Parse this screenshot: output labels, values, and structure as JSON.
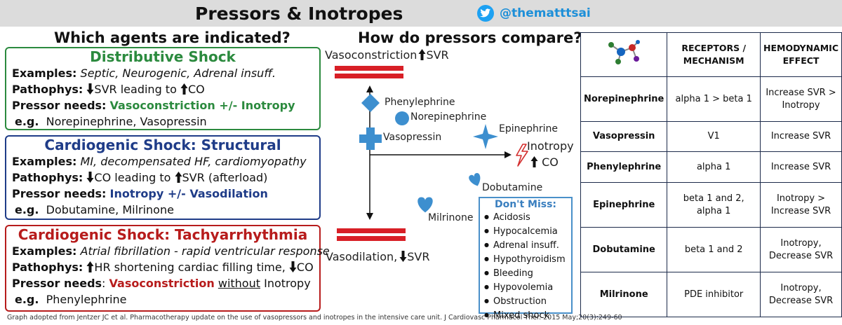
{
  "header": {
    "title": "Pressors & Inotropes",
    "twitter_handle": "@thematttsai"
  },
  "left": {
    "heading": "Which agents are indicated?",
    "boxes": [
      {
        "title": "Distributive Shock",
        "examples_label": "Examples:",
        "examples": "Septic, Neurogenic, Adrenal insuff.",
        "pathophys_label": "Pathophys:",
        "pathophys_part1": "SVR leading to",
        "pathophys_part2": "CO",
        "needs_label": "Pressor needs:",
        "needs": "Vasoconstriction +/- Inotropy",
        "eg_label": "e.g.",
        "eg": "Norepinephrine, Vasopressin",
        "color": "#2b8a3e"
      },
      {
        "title": "Cardiogenic Shock: Structural",
        "examples_label": "Examples:",
        "examples": "MI, decompensated HF, cardiomyopathy",
        "pathophys_label": "Pathophys:",
        "pathophys_part1": "CO leading to",
        "pathophys_part2": "SVR (afterload)",
        "needs_label": "Pressor needs:",
        "needs": "Inotropy +/- Vasodilation",
        "eg_label": "e.g.",
        "eg": "Dobutamine, Milrinone",
        "color": "#1f3c88"
      },
      {
        "title": "Cardiogenic Shock: Tachyarrhythmia",
        "examples_label": "Examples:",
        "examples": "Atrial fibrillation - rapid ventricular response",
        "pathophys_label": "Pathophys:",
        "pathophys_part1": "HR shortening cardiac filling time,",
        "pathophys_part2": "CO",
        "needs_label": "Pressor needs",
        "needs_colon": ":",
        "needs": "Vasoconstriction",
        "needs_underlined": "without",
        "needs_rest": "Inotropy",
        "eg_label": "e.g.",
        "eg": "Phenylephrine",
        "color": "#b71c1c"
      }
    ],
    "source": "Graph adopted from Jentzer JC et al. Pharmacotherapy update on the use of vasopressors and inotropes in the intensive care unit. J Cardiovasc Pharmacol Ther. 2015 May;20(3):249-60"
  },
  "diagram": {
    "heading": "How do pressors compare?",
    "top_label": "Vasoconstriction",
    "top_label_tail": "SVR",
    "bottom_label": "Vasodilation,",
    "bottom_label_tail": "SVR",
    "right_label_line1": "Inotropy",
    "right_label_line2": "CO",
    "agents": [
      "Phenylephrine",
      "Norepinephrine",
      "Vasopressin",
      "Epinephrine",
      "Dobutamine",
      "Milrinone"
    ],
    "dont_miss": {
      "title": "Don't Miss:",
      "items": [
        "Acidosis",
        "Hypocalcemia",
        "Adrenal insuff.",
        "Hypothyroidism",
        "Bleeding",
        "Hypovolemia",
        "Obstruction",
        "Mixed shock"
      ]
    },
    "colors": {
      "bar": "#d81f26",
      "agent": "#3d8fcf",
      "lightning": "#d32f2f"
    }
  },
  "table": {
    "headers": [
      "RECEPTORS / MECHANISM",
      "HEMODYNAMIC EFFECT"
    ],
    "rows": [
      {
        "drug": "Norepinephrine",
        "receptor": "alpha 1 > beta 1",
        "effect": "Increase SVR > Inotropy"
      },
      {
        "drug": "Vasopressin",
        "receptor": "V1",
        "effect": "Increase SVR"
      },
      {
        "drug": "Phenylephrine",
        "receptor": "alpha 1",
        "effect": "Increase SVR"
      },
      {
        "drug": "Epinephrine",
        "receptor": "beta 1 and 2, alpha 1",
        "effect": "Inotropy > Increase SVR"
      },
      {
        "drug": "Dobutamine",
        "receptor": "beta 1 and 2",
        "effect": "Inotropy, Decrease SVR"
      },
      {
        "drug": "Milrinone",
        "receptor": "PDE inhibitor",
        "effect": "Inotropy, Decrease SVR"
      }
    ]
  }
}
